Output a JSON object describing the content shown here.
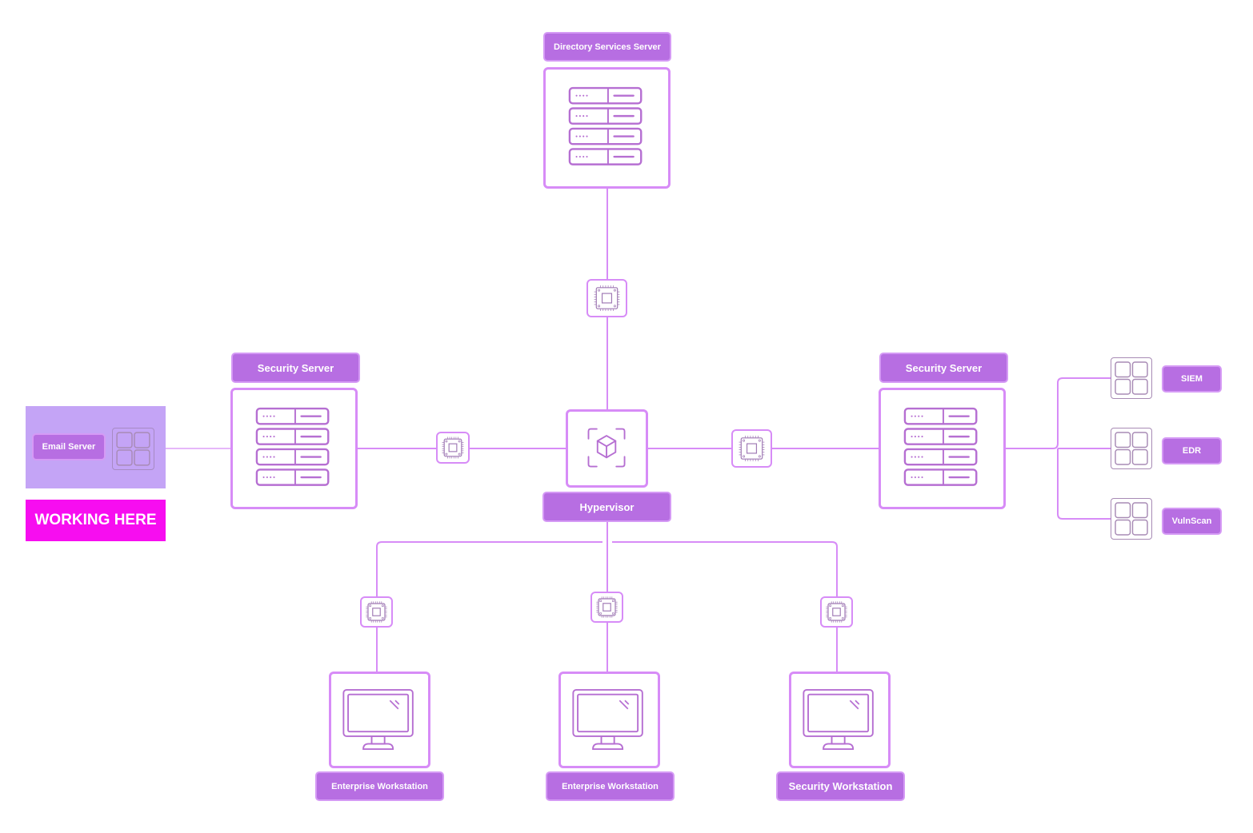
{
  "diagram": {
    "colors": {
      "accent": "#b76ee2",
      "node_border": "#d78cf7",
      "wire": "#d78cf7",
      "icon_stroke": "#b66fd2",
      "highlight_panel": "#c4a4f6",
      "working_badge": "#f70df0"
    },
    "nodes": {
      "directory_server": {
        "label": "Directory Services Server",
        "icon": "server-rack-icon"
      },
      "security_server_left": {
        "label": "Security Server",
        "icon": "server-rack-icon"
      },
      "security_server_right": {
        "label": "Security Server",
        "icon": "server-rack-icon"
      },
      "hypervisor": {
        "label": "Hypervisor",
        "icon": "cube-scan-icon"
      },
      "email_server": {
        "label": "Email Server",
        "icon": "app-grid-icon"
      },
      "siem": {
        "label": "SIEM",
        "icon": "app-grid-icon"
      },
      "edr": {
        "label": "EDR",
        "icon": "app-grid-icon"
      },
      "vulnscan": {
        "label": "VulnScan",
        "icon": "app-grid-icon"
      },
      "workstation_1": {
        "label": "Enterprise Workstation",
        "icon": "monitor-icon"
      },
      "workstation_2": {
        "label": "Enterprise Workstation",
        "icon": "monitor-icon"
      },
      "workstation_3": {
        "label": "Security Workstation",
        "icon": "monitor-icon"
      }
    },
    "connectors": {
      "icon": "cpu-chip-icon",
      "count": 6
    },
    "badge": {
      "text": "WORKING HERE"
    }
  }
}
